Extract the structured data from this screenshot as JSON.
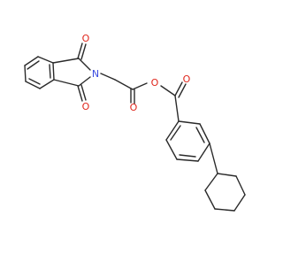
{
  "molecule": {
    "atom_labels": {
      "n": "N",
      "o_top": "O",
      "o_bottom": "O",
      "o_ester_carbonyl": "O",
      "o_ester": "O",
      "o_ketone": "O"
    },
    "colors": {
      "bond": "#2a2a2a",
      "nitrogen": "#3b4ce0",
      "oxygen": "#e0261c",
      "background": "#ffffff"
    }
  }
}
